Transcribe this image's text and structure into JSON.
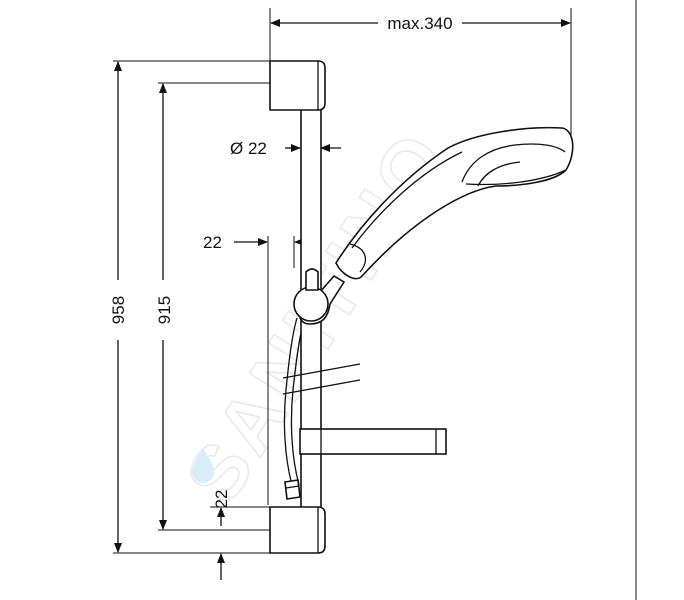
{
  "watermark": {
    "text": "SANITINO"
  },
  "dimensions": {
    "max_reach": "max.340",
    "pipe_diameter": "Ø 22",
    "bracket_offset": "22",
    "total_height": "958",
    "bar_height": "915",
    "bottom_offset": "22"
  }
}
